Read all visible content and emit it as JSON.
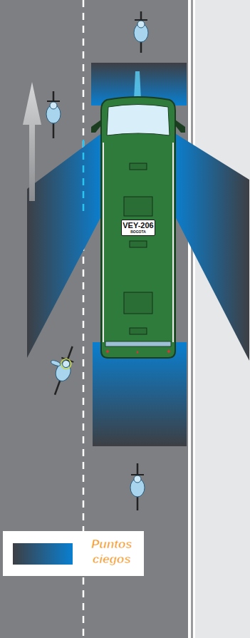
{
  "diagram": {
    "nodes": [
      {
        "text": [
          "VEY-206",
          "BOGOTA"
        ]
      }
    ],
    "legend": [
      {
        "text": "Puntos ciegos",
        "color": "#0a7fd0"
      }
    ]
  }
}
